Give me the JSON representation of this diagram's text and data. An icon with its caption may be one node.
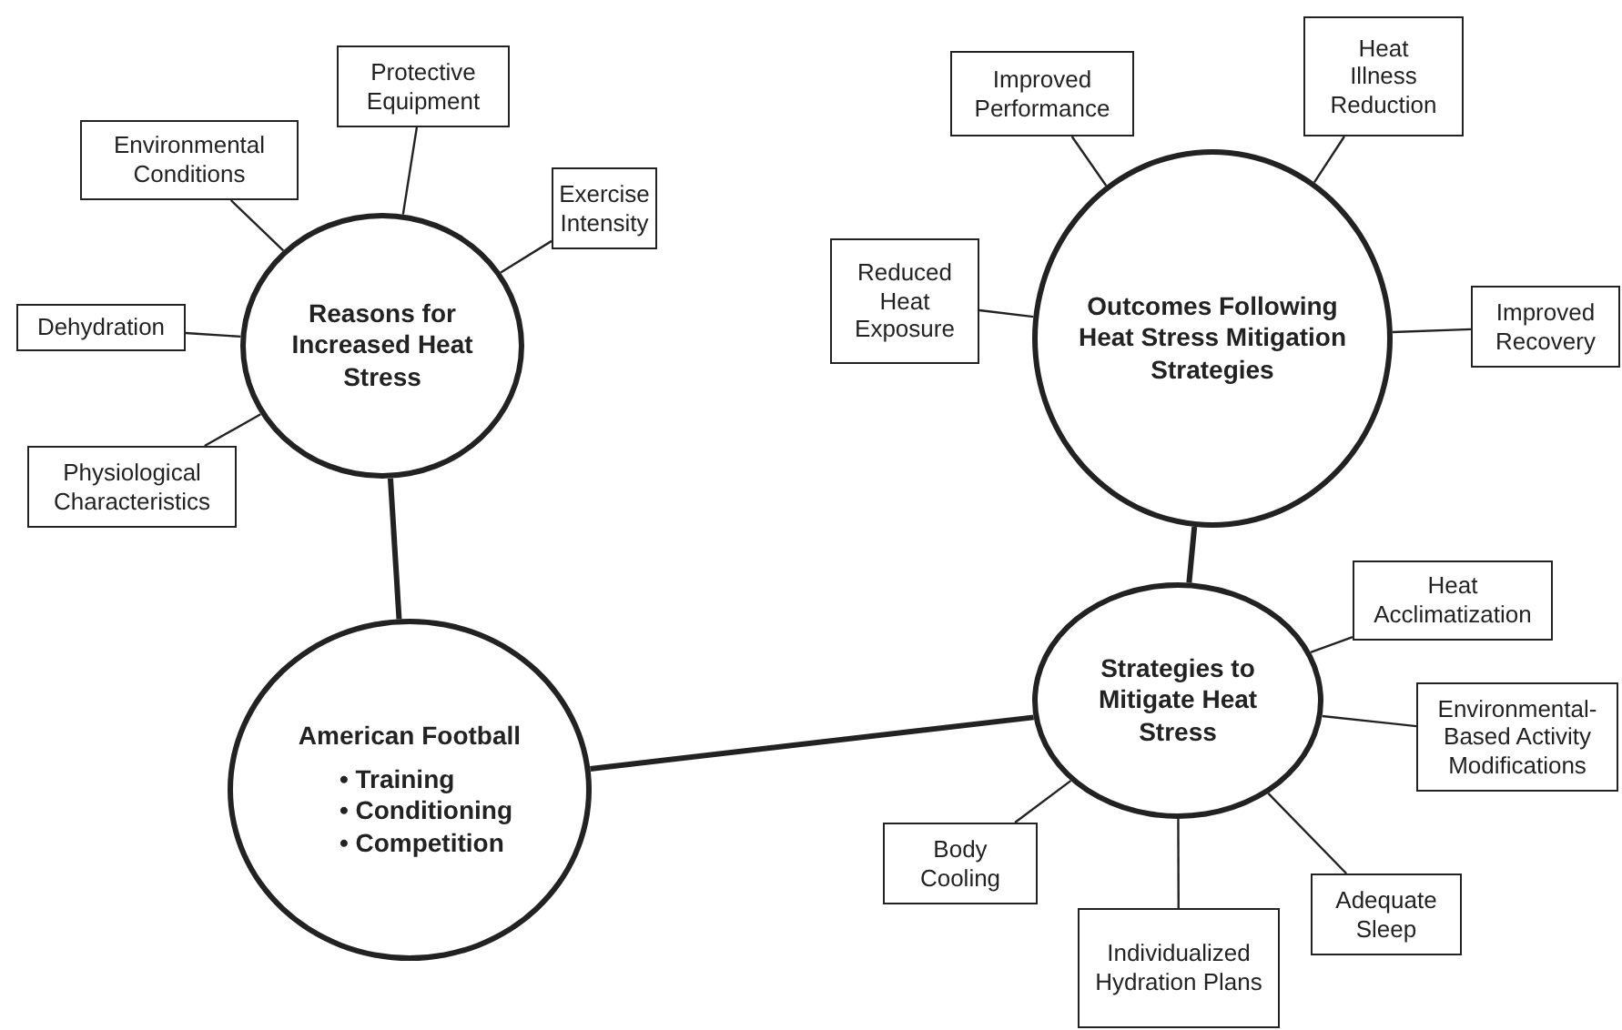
{
  "diagram": {
    "nodes": [
      {
        "text": [
          "Reasons for Increased Heat Stress"
        ]
      },
      {
        "text": [
          "Environmental Conditions"
        ]
      },
      {
        "text": [
          "Protective Equipment"
        ]
      },
      {
        "text": [
          "Exercise Intensity"
        ]
      },
      {
        "text": [
          "Dehydration"
        ]
      },
      {
        "text": [
          "Physiological Characteristics"
        ]
      },
      {
        "text": [
          "Outcomes Following Heat Stress Mitigation Strategies"
        ]
      },
      {
        "text": [
          "Improved Performance"
        ]
      },
      {
        "text": [
          "Heat Illness Reduction"
        ]
      },
      {
        "text": [
          "Reduced Heat Exposure"
        ]
      },
      {
        "text": [
          "Improved Recovery"
        ]
      },
      {
        "text": [
          "American Football",
          "• Training",
          "• Conditioning",
          "• Competition"
        ]
      },
      {
        "text": [
          "Strategies to Mitigate Heat Stress"
        ]
      },
      {
        "text": [
          "Heat Acclimatization"
        ]
      },
      {
        "text": [
          "Environmental-Based Activity Modifications"
        ]
      },
      {
        "text": [
          "Body Cooling"
        ]
      },
      {
        "text": [
          "Individualized Hydration Plans"
        ]
      },
      {
        "text": [
          "Adequate Sleep"
        ]
      }
    ],
    "edges": [
      {
        "from": 0,
        "to": 1,
        "arrow": "none"
      },
      {
        "from": 0,
        "to": 2,
        "arrow": "none"
      },
      {
        "from": 0,
        "to": 3,
        "arrow": "none"
      },
      {
        "from": 0,
        "to": 4,
        "arrow": "none"
      },
      {
        "from": 0,
        "to": 5,
        "arrow": "none"
      },
      {
        "from": 6,
        "to": 7,
        "arrow": "none"
      },
      {
        "from": 6,
        "to": 8,
        "arrow": "none"
      },
      {
        "from": 6,
        "to": 9,
        "arrow": "none"
      },
      {
        "from": 6,
        "to": 10,
        "arrow": "none"
      },
      {
        "from": 11,
        "to": 0,
        "arrow": "none",
        "style": "thick"
      },
      {
        "from": 11,
        "to": 12,
        "arrow": "none",
        "style": "thick"
      },
      {
        "from": 12,
        "to": 6,
        "arrow": "none",
        "style": "thick"
      },
      {
        "from": 12,
        "to": 13,
        "arrow": "none"
      },
      {
        "from": 12,
        "to": 14,
        "arrow": "none"
      },
      {
        "from": 12,
        "to": 15,
        "arrow": "none"
      },
      {
        "from": 12,
        "to": 16,
        "arrow": "none"
      },
      {
        "from": 12,
        "to": 17,
        "arrow": "none"
      }
    ]
  }
}
